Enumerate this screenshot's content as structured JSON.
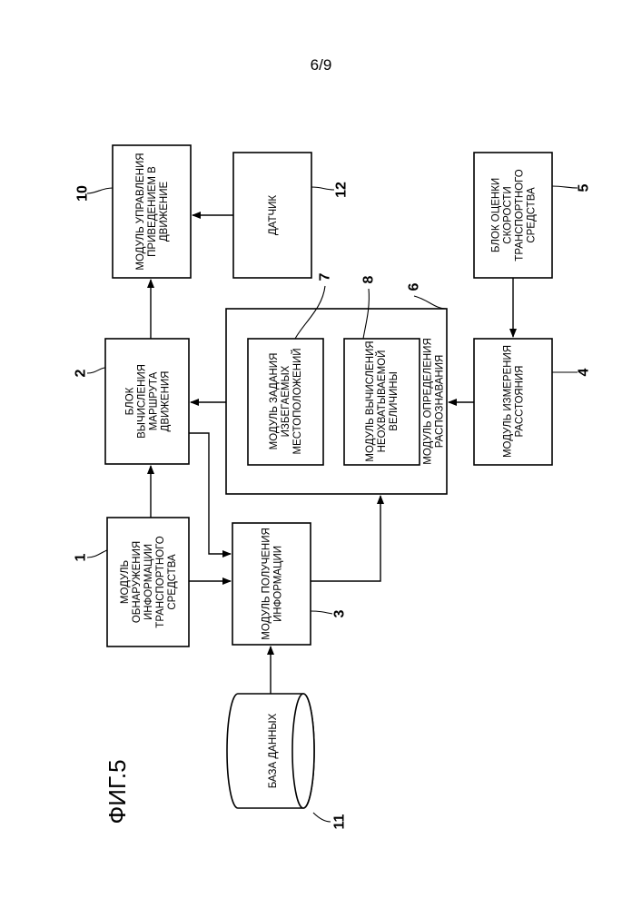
{
  "page": {
    "number": "6/9"
  },
  "figure": {
    "label": "ФИГ.5"
  },
  "blocks": {
    "vehicle_info_detection": {
      "ref": "1",
      "lines": [
        "МОДУЛЬ",
        "ОБНАРУЖЕНИЯ",
        "ИНФОРМАЦИИ",
        "ТРАНСПОРТНОГО",
        "СРЕДСТВА"
      ]
    },
    "route_calc": {
      "ref": "2",
      "lines": [
        "БЛОК",
        "ВЫЧИСЛЕНИЯ",
        "МАРШРУТА",
        "ДВИЖЕНИЯ"
      ]
    },
    "info_acquisition": {
      "ref": "3",
      "lines": [
        "МОДУЛЬ ПОЛУЧЕНИЯ",
        "ИНФОРМАЦИИ"
      ]
    },
    "distance_measure": {
      "ref": "4",
      "lines": [
        "МОДУЛЬ ИЗМЕРЕНИЯ",
        "РАССТОЯНИЯ"
      ]
    },
    "speed_estimation": {
      "ref": "5",
      "lines": [
        "БЛОК ОЦЕНКИ",
        "СКОРОСТИ",
        "ТРАНСПОРТНОГО",
        "СРЕДСТВА"
      ]
    },
    "recognition": {
      "ref": "6",
      "lines": [
        "МОДУЛЬ ОПРЕДЕЛЕНИЯ",
        "РАСПОЗНАВАНИЯ"
      ]
    },
    "avoid_locations": {
      "ref": "7",
      "lines": [
        "МОДУЛЬ ЗАДАНИЯ",
        "ИЗБЕГАЕМЫХ",
        "МЕСТОПОЛОЖЕНИЙ"
      ]
    },
    "uncovered_calc": {
      "ref": "8",
      "lines": [
        "МОДУЛЬ ВЫЧИСЛЕНИЯ",
        "НЕОХВАТЫВАЕМОЙ",
        "ВЕЛИЧИНЫ"
      ]
    },
    "drive_control": {
      "ref": "10",
      "lines": [
        "МОДУЛЬ УПРАВЛЕНИЯ",
        "ПРИВЕДЕНИЕМ В",
        "ДВИЖЕНИЕ"
      ]
    },
    "database": {
      "ref": "11",
      "lines": [
        "БАЗА ДАННЫХ"
      ]
    },
    "sensor": {
      "ref": "12",
      "lines": [
        "ДАТЧИК"
      ]
    }
  }
}
